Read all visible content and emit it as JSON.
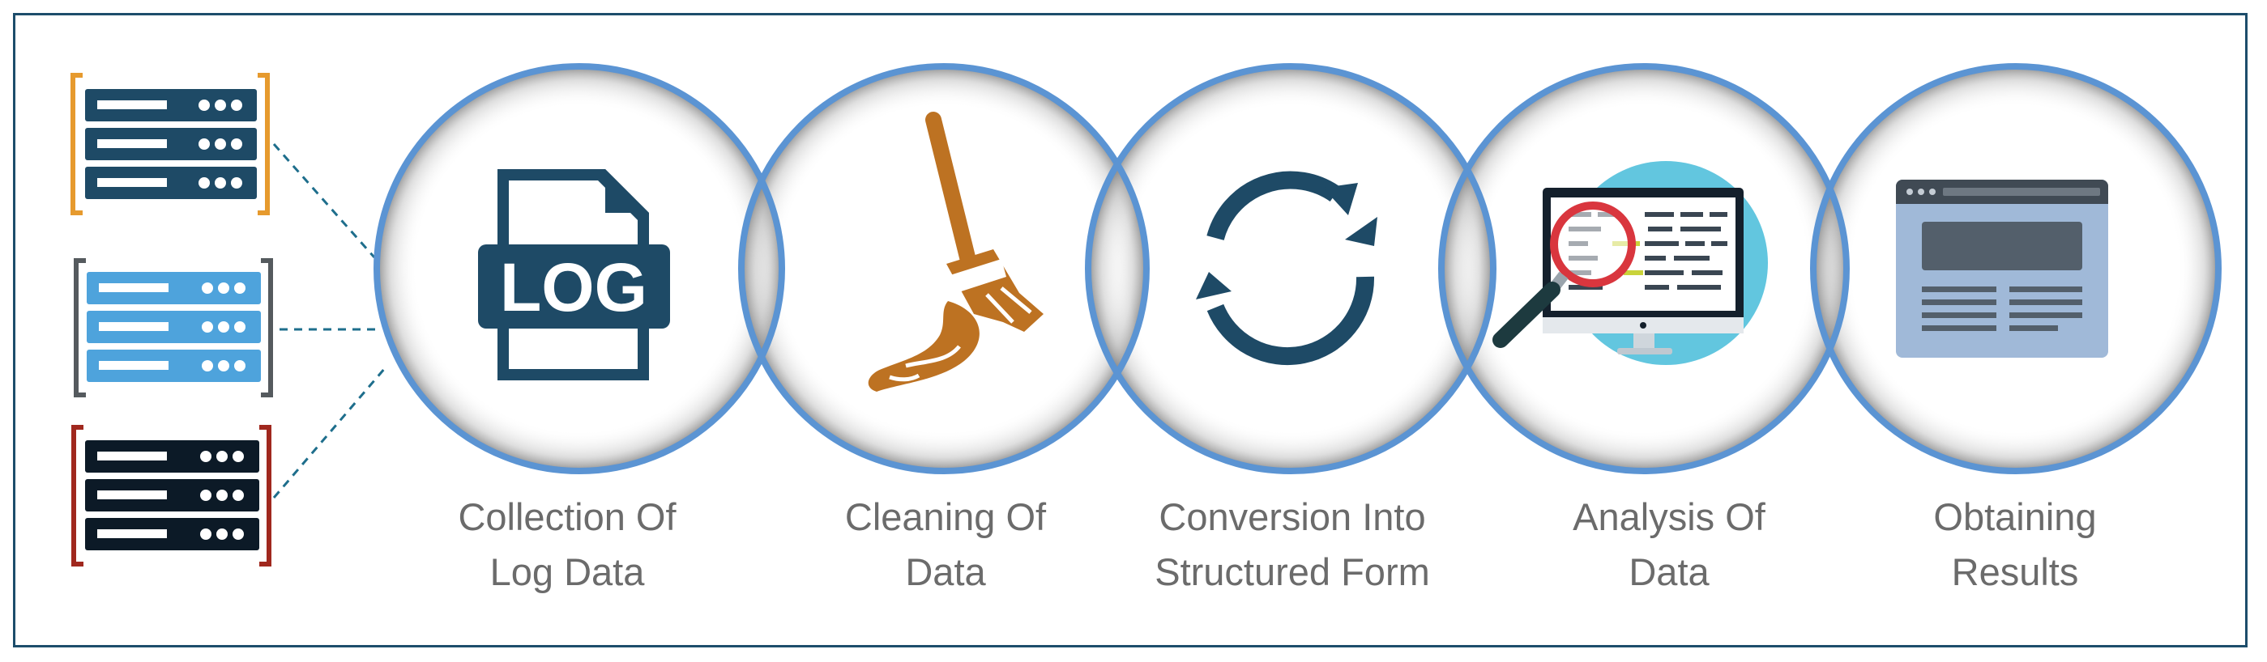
{
  "badge_text": "LOG",
  "steps": [
    {
      "line1": "Collection Of",
      "line2": "Log Data",
      "icon": "log-file-icon"
    },
    {
      "line1": "Cleaning Of",
      "line2": "Data",
      "icon": "broom-icon"
    },
    {
      "line1": "Conversion Into",
      "line2": "Structured Form",
      "icon": "refresh-icon"
    },
    {
      "line1": "Analysis Of",
      "line2": "Data",
      "icon": "monitor-magnifier-icon"
    },
    {
      "line1": "Obtaining",
      "line2": "Results",
      "icon": "browser-window-icon"
    }
  ],
  "servers": [
    {
      "icon": "server-icon",
      "body_color": "#1e4a66",
      "bracket_color": "#e69a2e"
    },
    {
      "icon": "server-icon",
      "body_color": "#4ea3dc",
      "bracket_color": "#555a5e"
    },
    {
      "icon": "server-icon",
      "body_color": "#0c1a27",
      "bracket_color": "#a0281e"
    }
  ],
  "colors": {
    "ring": "#5b94d3",
    "frame": "#1d4d6b",
    "label": "#6b6b6b",
    "navy": "#1e4a66",
    "broom": "#bd7222",
    "screen_bg": "#62c6df",
    "magnifier_ring": "#d9363e",
    "browser_body": "#a0b9d8",
    "browser_bar": "#404a54"
  }
}
